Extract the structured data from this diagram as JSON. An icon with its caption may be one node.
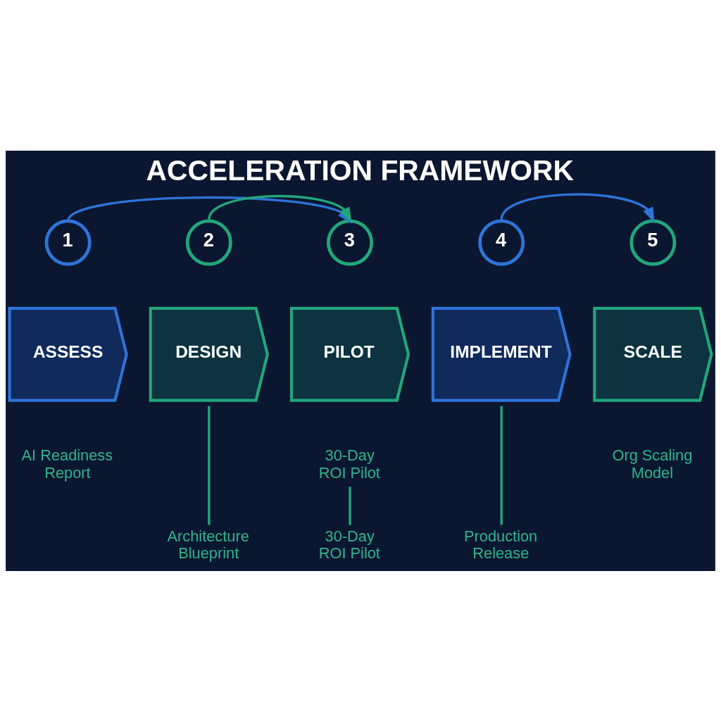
{
  "diagram": {
    "title": "ACCELERATION FRAMEWORK",
    "nodes": [
      {
        "text": [
          "1"
        ]
      },
      {
        "text": [
          "ASSESS"
        ],
        "beside": [
          "AI Readiness Report"
        ]
      },
      {
        "text": [
          "2"
        ]
      },
      {
        "text": [
          "DESIGN"
        ]
      },
      {
        "text": [
          "3"
        ]
      },
      {
        "text": [
          "PILOT"
        ]
      },
      {
        "text": [
          "4"
        ]
      },
      {
        "text": [
          "IMPLEMENT"
        ]
      },
      {
        "text": [
          "5"
        ]
      },
      {
        "text": [
          "SCALE"
        ],
        "beside": [
          "Org Scaling Model"
        ]
      },
      {
        "text": [
          "30-Day ROI Pilot"
        ]
      },
      {
        "text": [
          "Architecture Blueprint"
        ]
      },
      {
        "text": [
          "30-Day ROI Pilot"
        ]
      },
      {
        "text": [
          "Production Release"
        ]
      }
    ],
    "edges": [
      {
        "from": 0,
        "to": 4,
        "arrow": "to",
        "color": "#2e74d8"
      },
      {
        "from": 2,
        "to": 4,
        "arrow": "to"
      },
      {
        "from": 6,
        "to": 8,
        "arrow": "to",
        "color": "#2e74d8"
      },
      {
        "from": 3,
        "to": 11,
        "arrow": "none"
      },
      {
        "from": 10,
        "to": 12,
        "arrow": "none"
      },
      {
        "from": 7,
        "to": 13,
        "arrow": "none"
      }
    ]
  }
}
